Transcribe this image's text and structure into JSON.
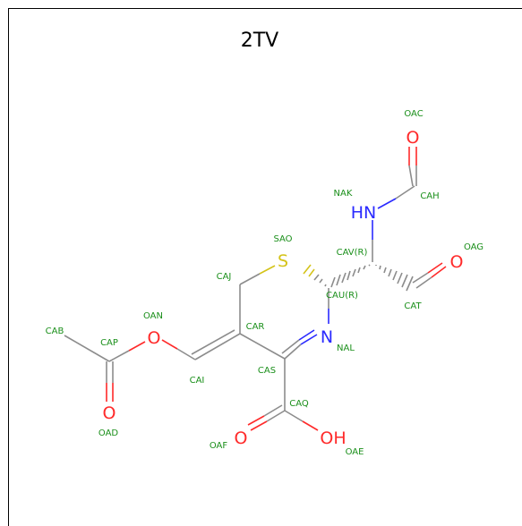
{
  "title": "2TV",
  "colors": {
    "carbon_bond": "#8c8c8c",
    "oxygen": "#ff2a2a",
    "nitrogen": "#2a2aff",
    "sulfur": "#d4c31a",
    "atom_label": "#1a8f1a"
  },
  "atoms": {
    "O_OAC": "O",
    "N_NAK": "HN",
    "O_OAG": "O",
    "S_SAO": "S",
    "N_NAL": "N",
    "O_OAN": "O",
    "O_OAD": "O",
    "O_OAF": "O",
    "O_OAE": "OH"
  },
  "labels": {
    "OAC": "OAC",
    "NAK": "NAK",
    "CAH": "CAH",
    "SAO": "SAO",
    "CAV": "CAV(R)",
    "OAG": "OAG",
    "CAJ": "CAJ",
    "CAU": "CAU(R)",
    "CAT": "CAT",
    "OAN": "OAN",
    "CAB": "CAB",
    "CAP": "CAP",
    "CAR": "CAR",
    "NAL": "NAL",
    "CAS": "CAS",
    "CAI": "CAI",
    "CAQ": "CAQ",
    "OAD": "OAD",
    "OAF": "OAF",
    "OAE": "OAE"
  }
}
